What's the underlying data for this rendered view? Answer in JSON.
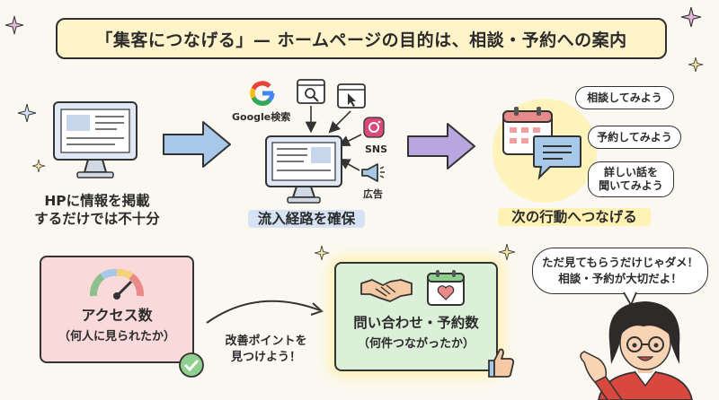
{
  "title": "「集客につなげる」— ホームページの目的は、相談・予約への案内",
  "step1": {
    "line1": "HPに情報を掲載",
    "line2": "するだけでは不十分"
  },
  "step2": {
    "label": "流入経路を確保",
    "google": "Google検索",
    "sns": "SNS",
    "ad": "広告"
  },
  "step3": {
    "label": "次の行動へつなげる",
    "bubble1": "相談してみよう",
    "bubble2": "予約してみよう",
    "bubble3_line1": "詳しい話を",
    "bubble3_line2": "聞いてみよう"
  },
  "access": {
    "title": "アクセス数",
    "sub": "（何人に見られたか）"
  },
  "improve": {
    "line1": "改善ポイントを",
    "line2": "見つけよう！"
  },
  "inquiry": {
    "title": "問い合わせ・予約数",
    "sub": "（何件つながったか）"
  },
  "speech": {
    "line1": "ただ見てもらうだけじゃダメ！",
    "line2": "相談・予約が大切だよ！"
  },
  "colors": {
    "banner": "#fff3c9",
    "access_card": "#f9d9d9",
    "inquiry_card": "#dcefd9",
    "arrow": "#a7c8e8",
    "arrow2": "#b9a6e0"
  }
}
